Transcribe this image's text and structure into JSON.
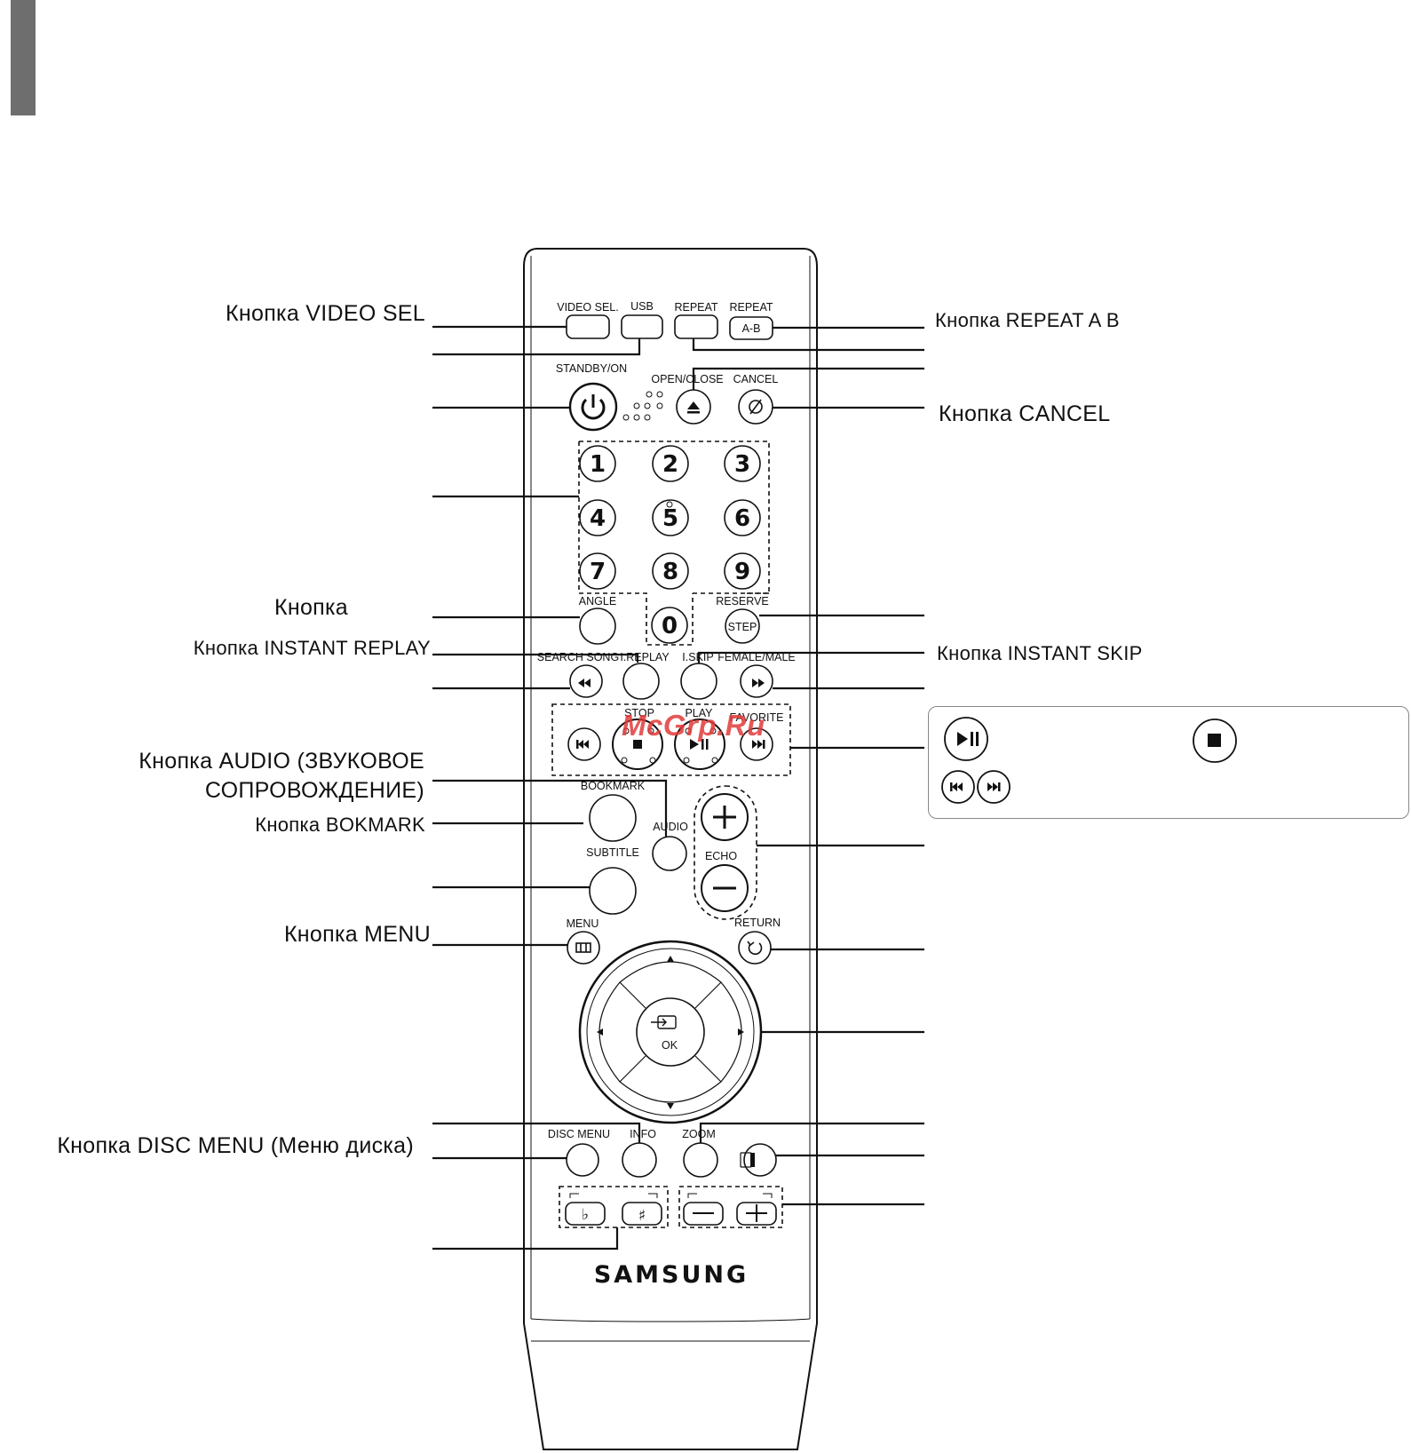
{
  "labels_left": {
    "video_sel": "Кнопка VIDEO SEL",
    "angle": "Кнопка",
    "instant_replay": "Кнопка INSTANT REPLAY",
    "audio_line1": "Кнопка AUDIO (ЗВУКОВОЕ",
    "audio_line2": "СОПРОВОЖДЕНИЕ)",
    "bookmark": "Кнопка BOKMARK",
    "menu": "Кнопка MENU",
    "disc_menu": "Кнопка DISC MENU (Меню диска)"
  },
  "labels_right": {
    "repeat_ab": "Кнопка REPEAT A B",
    "cancel": "Кнопка CANCEL",
    "instant_skip": "Кнопка INSTANT SKIP"
  },
  "remote": {
    "top_row": [
      "VIDEO SEL.",
      "USB",
      "REPEAT",
      "REPEAT"
    ],
    "ab_key": "A-B",
    "standby": "STANDBY/ON",
    "open_close": "OPEN/CLOSE",
    "cancel": "CANCEL",
    "digits": [
      "1",
      "2",
      "3",
      "4",
      "5",
      "6",
      "7",
      "8",
      "9"
    ],
    "zero": "0",
    "angle": "ANGLE",
    "reserve": "RESERVE",
    "step": "STEP",
    "search_song": "SEARCH SONG",
    "i_replay": "I.REPLAY",
    "i_skip": "I.SKIP",
    "female_male": "FEMALE/MALE",
    "stop": "STOP",
    "play": "PLAY",
    "favorite": "FAVORITE",
    "bookmark": "BOOKMARK",
    "audio": "AUDIO",
    "subtitle": "SUBTITLE",
    "echo": "ECHO",
    "menu": "MENU",
    "return": "RETURN",
    "ok": "OK",
    "disc_menu": "DISC MENU",
    "info": "INFO",
    "zoom": "ZOOM",
    "brand": "SAMSUNG"
  },
  "watermark": "McGrp.Ru",
  "colors": {
    "line": "#111111",
    "bar": "#6e6e6e",
    "watermark": "#e23a3a"
  }
}
